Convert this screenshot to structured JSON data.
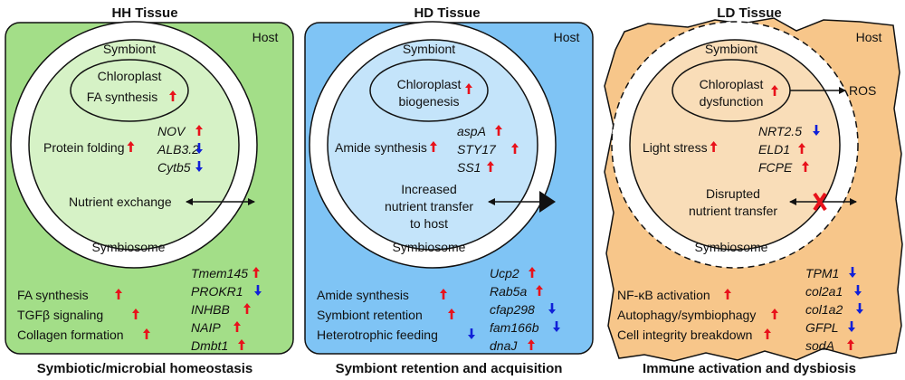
{
  "colors": {
    "hh_host": "#a3de88",
    "hh_symbiont": "#d6f2c6",
    "hd_host": "#7fc4f5",
    "hd_symbiont": "#c4e4fa",
    "ld_host": "#f7c68a",
    "ld_symbiont": "#f9ddb8",
    "up_arrow": "#e8121b",
    "down_arrow": "#1020d8",
    "disrupt_x": "#e8121b"
  },
  "panels": [
    {
      "id": "hh",
      "title": "HH Tissue",
      "host_label": "Host",
      "symbiont_label": "Symbiont",
      "symbiosome_label": "Symbiosome",
      "chloroplast_lines": [
        "Chloroplast",
        "FA synthesis"
      ],
      "chloroplast_dir": "up",
      "symbiont_process": {
        "label": "Protein folding",
        "dir": "up"
      },
      "symbiont_genes": [
        {
          "name": "NOV",
          "dir": "up"
        },
        {
          "name": "ALB3.2",
          "dir": "down"
        },
        {
          "name": "Cytb5",
          "dir": "down"
        }
      ],
      "transfer_lines": [
        "Nutrient exchange"
      ],
      "host_processes": [
        {
          "label": "FA synthesis",
          "dir": "up"
        },
        {
          "label": "TGFβ signaling",
          "dir": "up"
        },
        {
          "label": "Collagen formation",
          "dir": "up"
        }
      ],
      "host_genes": [
        {
          "name": "Tmem145",
          "dir": "up"
        },
        {
          "name": "PROKR1",
          "dir": "down"
        },
        {
          "name": "INHBB",
          "dir": "up"
        },
        {
          "name": "NAIP",
          "dir": "up"
        },
        {
          "name": "Dmbt1",
          "dir": "up"
        }
      ],
      "caption": "Symbiotic/microbial homeostasis"
    },
    {
      "id": "hd",
      "title": "HD Tissue",
      "host_label": "Host",
      "symbiont_label": "Symbiont",
      "symbiosome_label": "Symbiosome",
      "chloroplast_lines": [
        "Chloroplast",
        "biogenesis"
      ],
      "chloroplast_dir": "up",
      "symbiont_process": {
        "label": "Amide synthesis",
        "dir": "up"
      },
      "symbiont_genes": [
        {
          "name": "aspA",
          "dir": "up"
        },
        {
          "name": "STY17",
          "dir": "up"
        },
        {
          "name": "SS1",
          "dir": "up"
        }
      ],
      "transfer_lines": [
        "Increased",
        "nutrient transfer",
        "to host"
      ],
      "host_processes": [
        {
          "label": "Amide synthesis",
          "dir": "up"
        },
        {
          "label": "Symbiont retention",
          "dir": "up"
        },
        {
          "label": "Heterotrophic feeding",
          "dir": "down"
        }
      ],
      "host_genes": [
        {
          "name": "Ucp2",
          "dir": "up"
        },
        {
          "name": "Rab5a",
          "dir": "up"
        },
        {
          "name": "cfap298",
          "dir": "down"
        },
        {
          "name": "fam166b",
          "dir": "down"
        },
        {
          "name": "dnaJ",
          "dir": "up"
        }
      ],
      "caption": "Symbiont retention and acquisition"
    },
    {
      "id": "ld",
      "title": "LD Tissue",
      "host_label": "Host",
      "symbiont_label": "Symbiont",
      "symbiosome_label": "Symbiosome",
      "chloroplast_lines": [
        "Chloroplast",
        "dysfunction"
      ],
      "chloroplast_dir": "up",
      "ros_label": "ROS",
      "symbiont_process": {
        "label": "Light stress",
        "dir": "up"
      },
      "symbiont_genes": [
        {
          "name": "NRT2.5",
          "dir": "down"
        },
        {
          "name": "ELD1",
          "dir": "up"
        },
        {
          "name": "FCPE",
          "dir": "up"
        }
      ],
      "transfer_lines": [
        "Disrupted",
        "nutrient transfer"
      ],
      "host_processes": [
        {
          "label": "NF-κB activation",
          "dir": "up"
        },
        {
          "label": "Autophagy/symbiophagy",
          "dir": "up"
        },
        {
          "label": "Cell integrity breakdown",
          "dir": "up"
        }
      ],
      "host_genes": [
        {
          "name": "TPM1",
          "dir": "down"
        },
        {
          "name": "col2a1",
          "dir": "down"
        },
        {
          "name": "col1a2",
          "dir": "down"
        },
        {
          "name": "GFPL",
          "dir": "down"
        },
        {
          "name": "sodA",
          "dir": "up"
        }
      ],
      "caption": "Immune activation and dysbiosis"
    }
  ]
}
